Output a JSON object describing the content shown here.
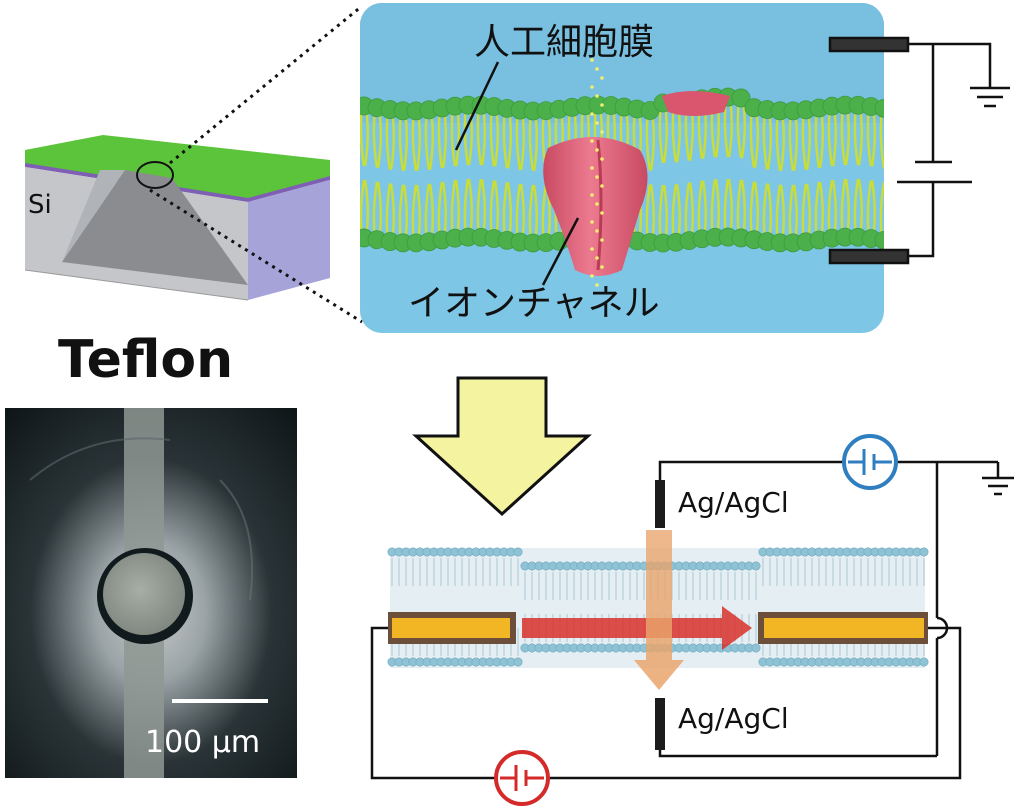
{
  "labels": {
    "substrate": "Si",
    "membrane": "人工細胞膜",
    "channel": "イオンチャネル",
    "material": "Teflon",
    "scale_bar": "100 μm",
    "electrode_top": "Ag/AgCl",
    "electrode_bottom": "Ag/AgCl"
  },
  "colors": {
    "membrane_panel_bg": "#7ec6e6",
    "lipid_head": "#4bb04a",
    "lipid_tail": "#c8dd3a",
    "channel": "#e0607a",
    "arrow_fill": "#f4f3a0",
    "bilayer_head": "#8ec3d6",
    "gold_electrode": "#f2b624",
    "current_arrow": "#d9302a",
    "vertical_arrow": "#e8a36a",
    "battery_blue": "#2f7fc0",
    "battery_red": "#d42a2a",
    "si_green": "#5cc43a",
    "si_purple": "#7f5fb3"
  },
  "icons": {
    "ground": "ground-icon",
    "battery": "battery-icon"
  }
}
